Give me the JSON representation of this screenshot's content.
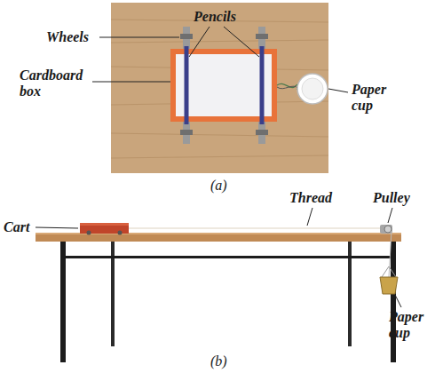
{
  "diagram": {
    "labels": [
      "Pencils",
      "Wheels",
      "Cardboard box",
      "Paper cup",
      "(a)",
      "Cart",
      "Thread",
      "Pulley",
      "Paper cup",
      "(b)"
    ]
  }
}
